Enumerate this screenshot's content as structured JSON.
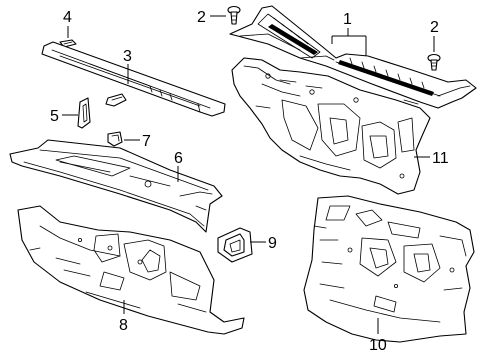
{
  "diagram": {
    "callouts": {
      "c1": "1",
      "c2a": "2",
      "c2b": "2",
      "c3": "3",
      "c4": "4",
      "c5": "5",
      "c6": "6",
      "c7": "7",
      "c8": "8",
      "c9": "9",
      "c10": "10",
      "c11": "11"
    }
  }
}
